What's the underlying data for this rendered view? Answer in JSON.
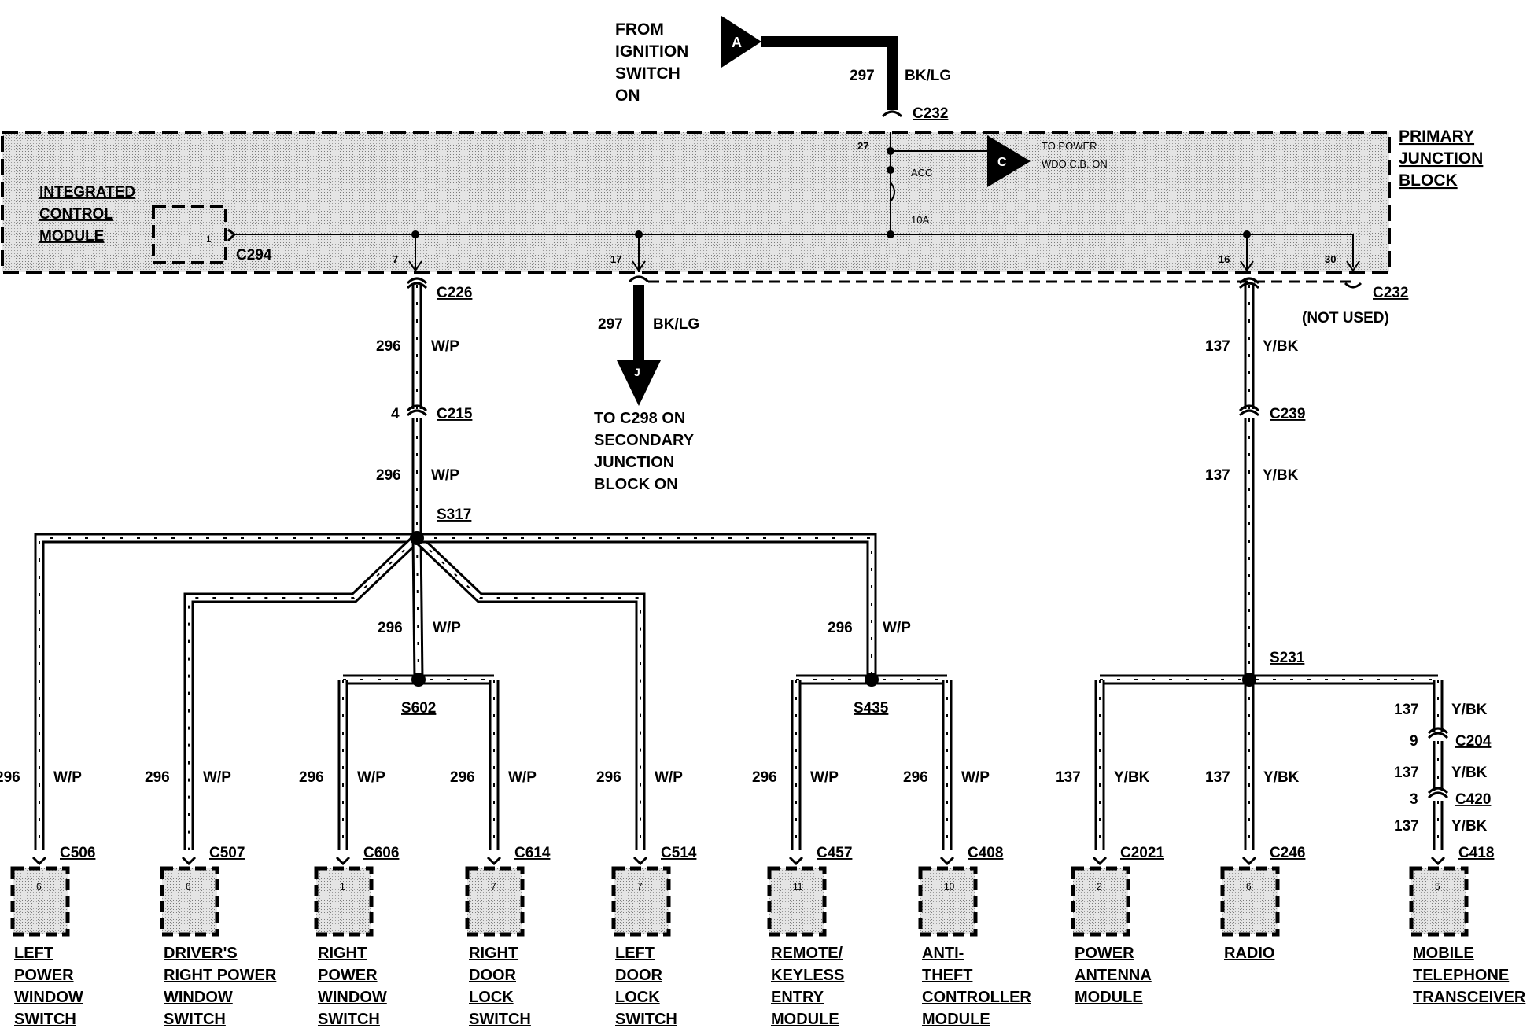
{
  "source": {
    "letter": "A",
    "lines": [
      "FROM",
      "IGNITION",
      "SWITCH",
      "ON"
    ],
    "circuit": "297",
    "color": "BK/LG",
    "connector": "C232"
  },
  "pjb": {
    "title_lines": [
      "PRIMARY",
      "JUNCTION",
      "BLOCK"
    ],
    "pin_27": "27",
    "to_power": [
      "TO POWER",
      "WDO C.B. ON"
    ],
    "c_letter": "C",
    "acc": "ACC",
    "fuse": "10A",
    "pins": {
      "p7": "7",
      "p17": "17",
      "p16": "16",
      "p30": "30"
    }
  },
  "icm": {
    "lines": [
      "INTEGRATED",
      "CONTROL",
      "MODULE"
    ],
    "pin": "1",
    "connector": "C294"
  },
  "left_trunk": {
    "connector_top": "C226",
    "circuit": "296",
    "color": "W/P",
    "c215_pin": "4",
    "c215": "C215",
    "splice": "S317"
  },
  "middle_out": {
    "circuit": "297",
    "color": "BK/LG",
    "letter": "J",
    "lines": [
      "TO C298 ON",
      "SECONDARY",
      "JUNCTION",
      "BLOCK ON"
    ]
  },
  "right_trunk": {
    "connector_c232": "C232",
    "not_used": "(NOT USED)",
    "circuit": "137",
    "color": "Y/BK",
    "c239": "C239",
    "splice": "S231"
  },
  "splices": {
    "s602": "S602",
    "s435": "S435"
  },
  "branch_296": {
    "circuit": "296",
    "color": "W/P"
  },
  "branch_137": {
    "circuit": "137",
    "color": "Y/BK"
  },
  "mobile_chain": {
    "c204_pin": "9",
    "c204": "C204",
    "c420_pin": "3",
    "c420": "C420"
  },
  "components": [
    {
      "connector": "C506",
      "pin": "6",
      "lines": [
        "LEFT",
        "POWER",
        "WINDOW",
        "SWITCH"
      ]
    },
    {
      "connector": "C507",
      "pin": "6",
      "lines": [
        "DRIVER'S",
        "RIGHT POWER",
        "WINDOW",
        "SWITCH"
      ]
    },
    {
      "connector": "C606",
      "pin": "1",
      "lines": [
        "RIGHT",
        "POWER",
        "WINDOW",
        "SWITCH"
      ]
    },
    {
      "connector": "C614",
      "pin": "7",
      "lines": [
        "RIGHT",
        "DOOR",
        "LOCK",
        "SWITCH"
      ]
    },
    {
      "connector": "C514",
      "pin": "7",
      "lines": [
        "LEFT",
        "DOOR",
        "LOCK",
        "SWITCH"
      ]
    },
    {
      "connector": "C457",
      "pin": "11",
      "lines": [
        "REMOTE/",
        "KEYLESS",
        "ENTRY",
        "MODULE"
      ]
    },
    {
      "connector": "C408",
      "pin": "10",
      "lines": [
        "ANTI-",
        "THEFT",
        "CONTROLLER",
        "MODULE"
      ]
    },
    {
      "connector": "C2021",
      "pin": "2",
      "lines": [
        "POWER",
        "ANTENNA",
        "MODULE"
      ]
    },
    {
      "connector": "C246",
      "pin": "6",
      "lines": [
        "RADIO"
      ]
    },
    {
      "connector": "C418",
      "pin": "5",
      "lines": [
        "MOBILE",
        "TELEPHONE",
        "TRANSCEIVER"
      ]
    }
  ]
}
